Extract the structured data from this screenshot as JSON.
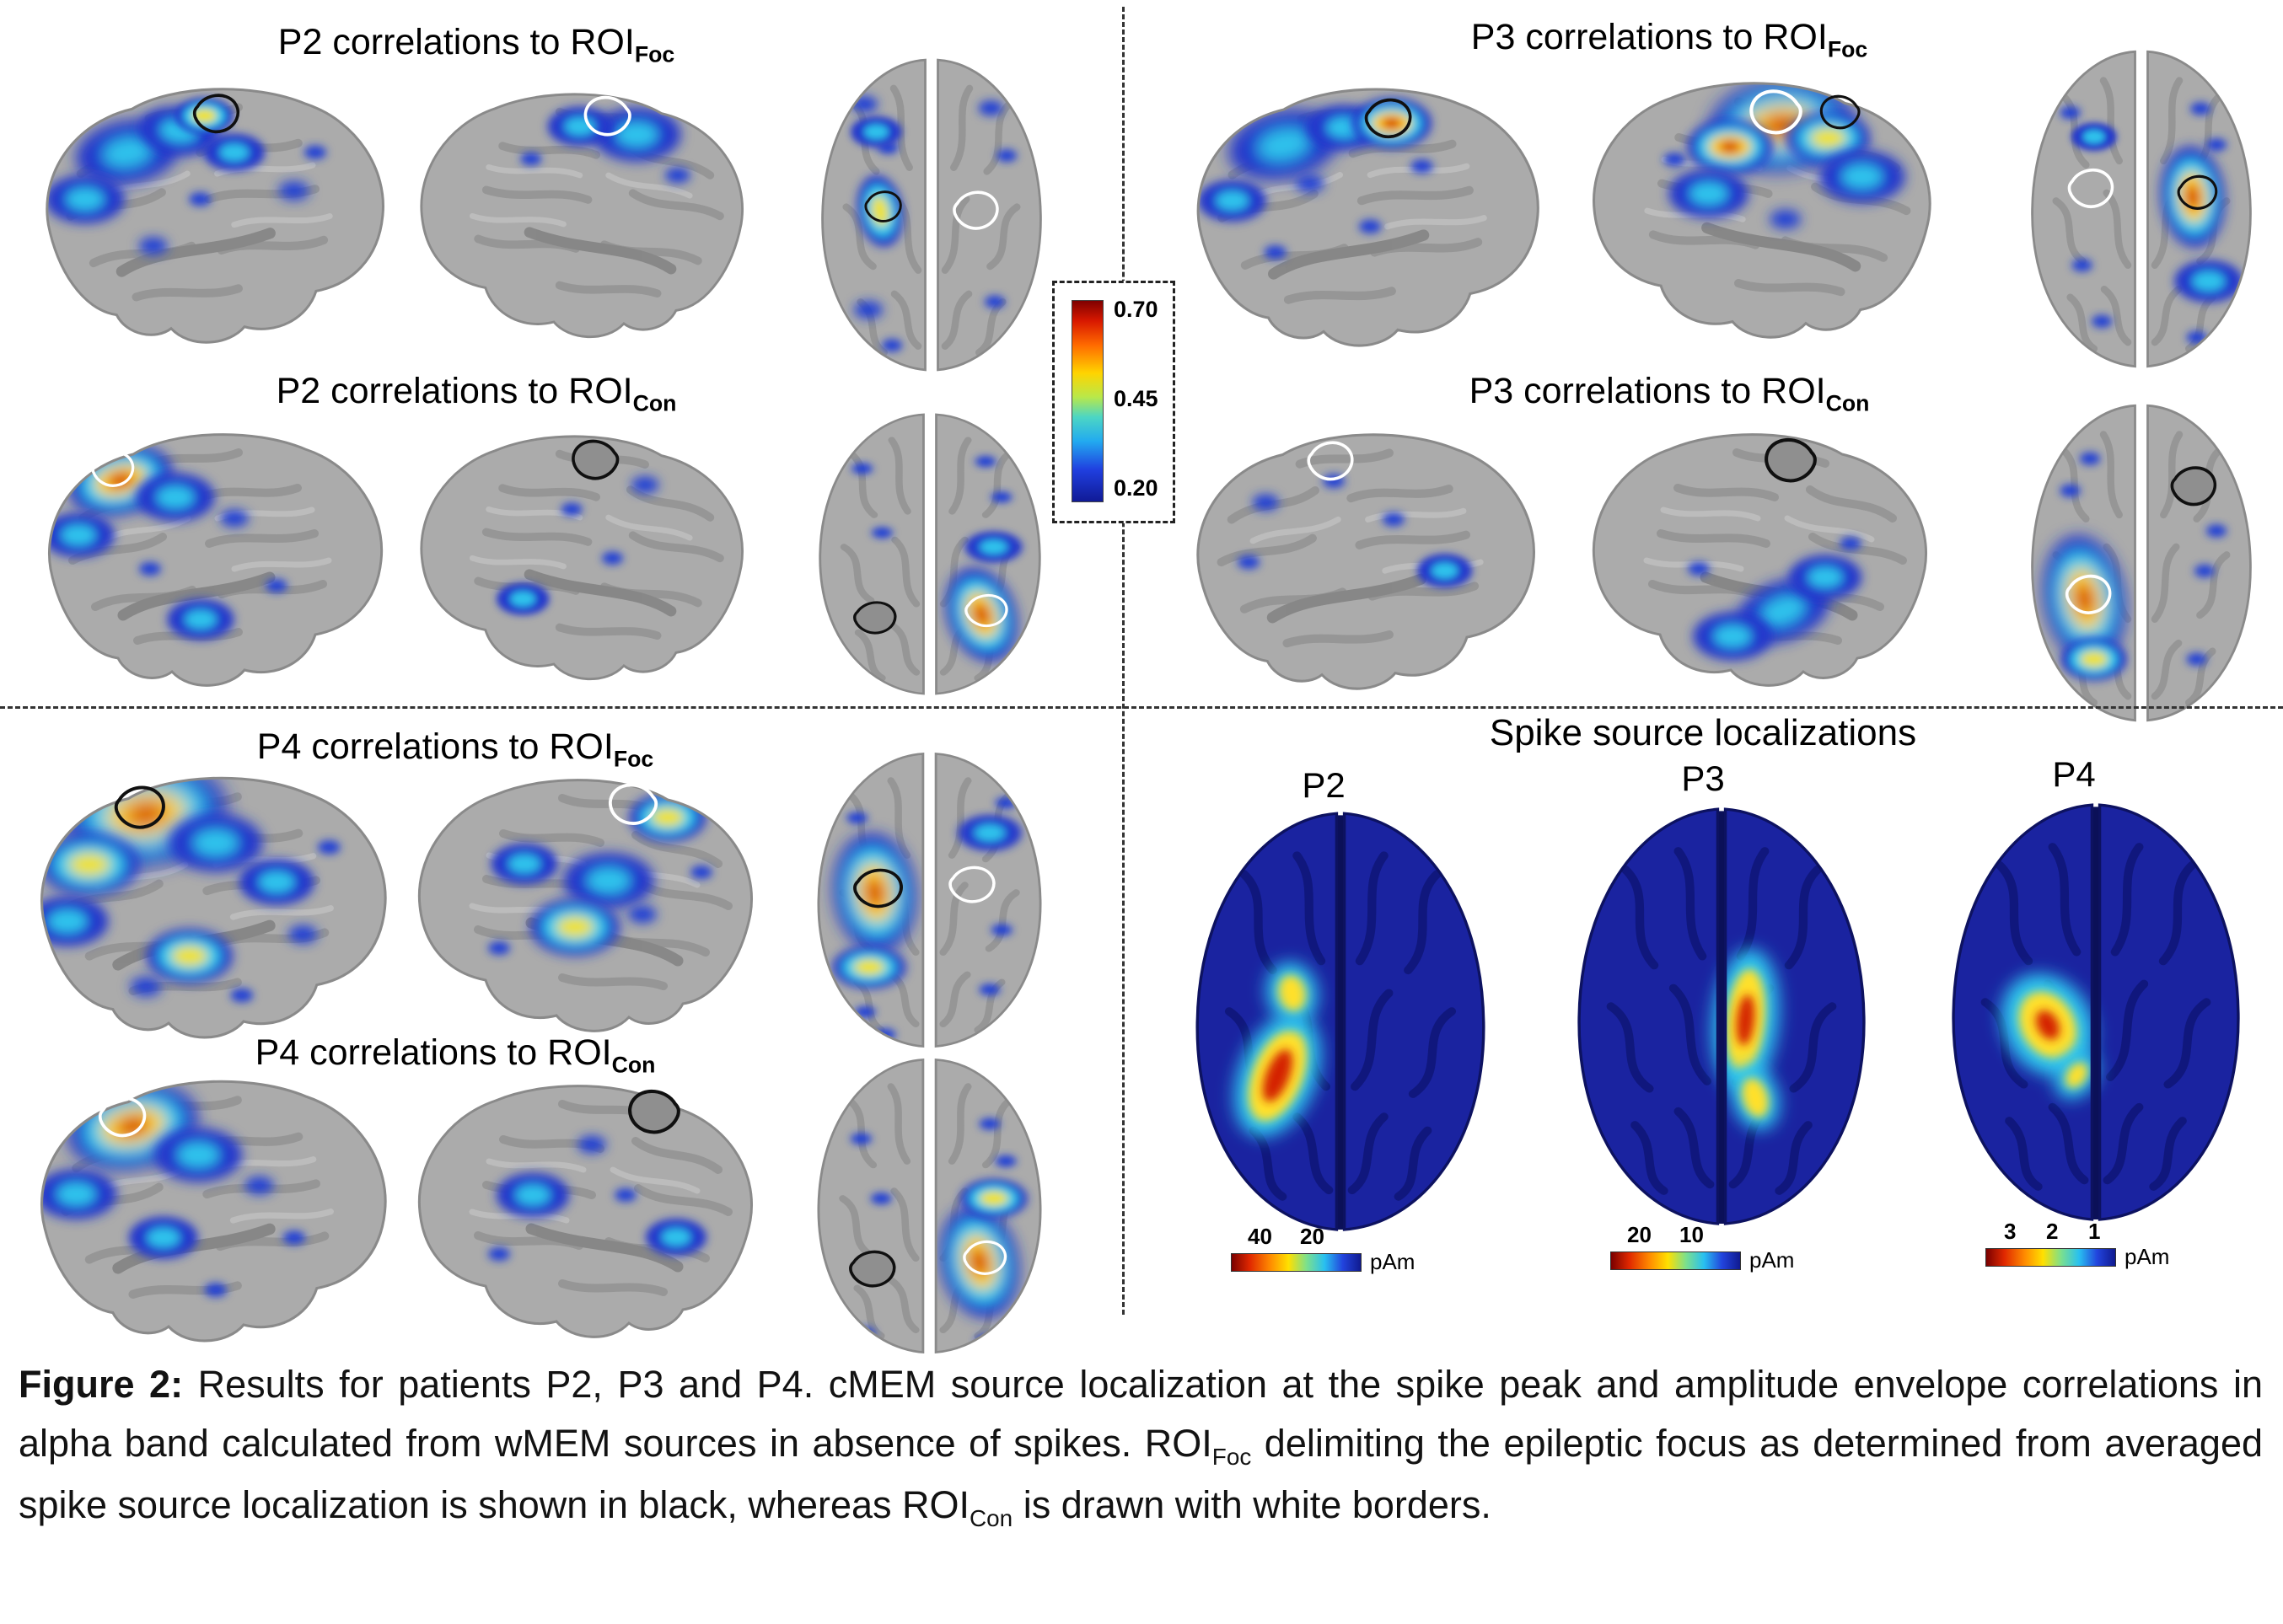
{
  "panels": {
    "p2_foc": {
      "title": "P2 correlations to ROI",
      "sub": "Foc"
    },
    "p2_con": {
      "title": "P2 correlations to ROI",
      "sub": "Con"
    },
    "p3_foc": {
      "title": "P3 correlations to ROI",
      "sub": "Foc"
    },
    "p3_con": {
      "title": "P3 correlations to ROI",
      "sub": "Con"
    },
    "p4_foc": {
      "title": "P4 correlations to ROI",
      "sub": "Foc"
    },
    "p4_con": {
      "title": "P4 correlations to ROI",
      "sub": "Con"
    }
  },
  "colorbar": {
    "tick_top": "0.70",
    "tick_mid": "0.45",
    "tick_bottom": "0.20"
  },
  "spike": {
    "title": "Spike source localizations",
    "patients": [
      {
        "label": "P2",
        "ticks": [
          "40",
          "20"
        ],
        "unit": "pAm"
      },
      {
        "label": "P3",
        "ticks": [
          "20",
          "10"
        ],
        "unit": "pAm"
      },
      {
        "label": "P4",
        "ticks": [
          "3",
          "2",
          "1"
        ],
        "unit": "pAm"
      }
    ]
  },
  "caption": {
    "label": "Figure 2:",
    "part1": " Results for patients P2, P3 and P4. cMEM source localization at the spike peak and amplitude envelope correlations in alpha band calculated from wMEM sources in absence of spikes. ROI",
    "sub1": "Foc",
    "part2": " delimiting the epileptic focus as determined from averaged spike source localization is shown in black, whereas ROI",
    "sub2": "Con",
    "part3": " is drawn with white borders."
  },
  "colors": {
    "accent_red": "#c21807",
    "accent_blue": "#2238c8",
    "brain_gray": "#ababab",
    "spike_navy": "#1a23a0"
  }
}
